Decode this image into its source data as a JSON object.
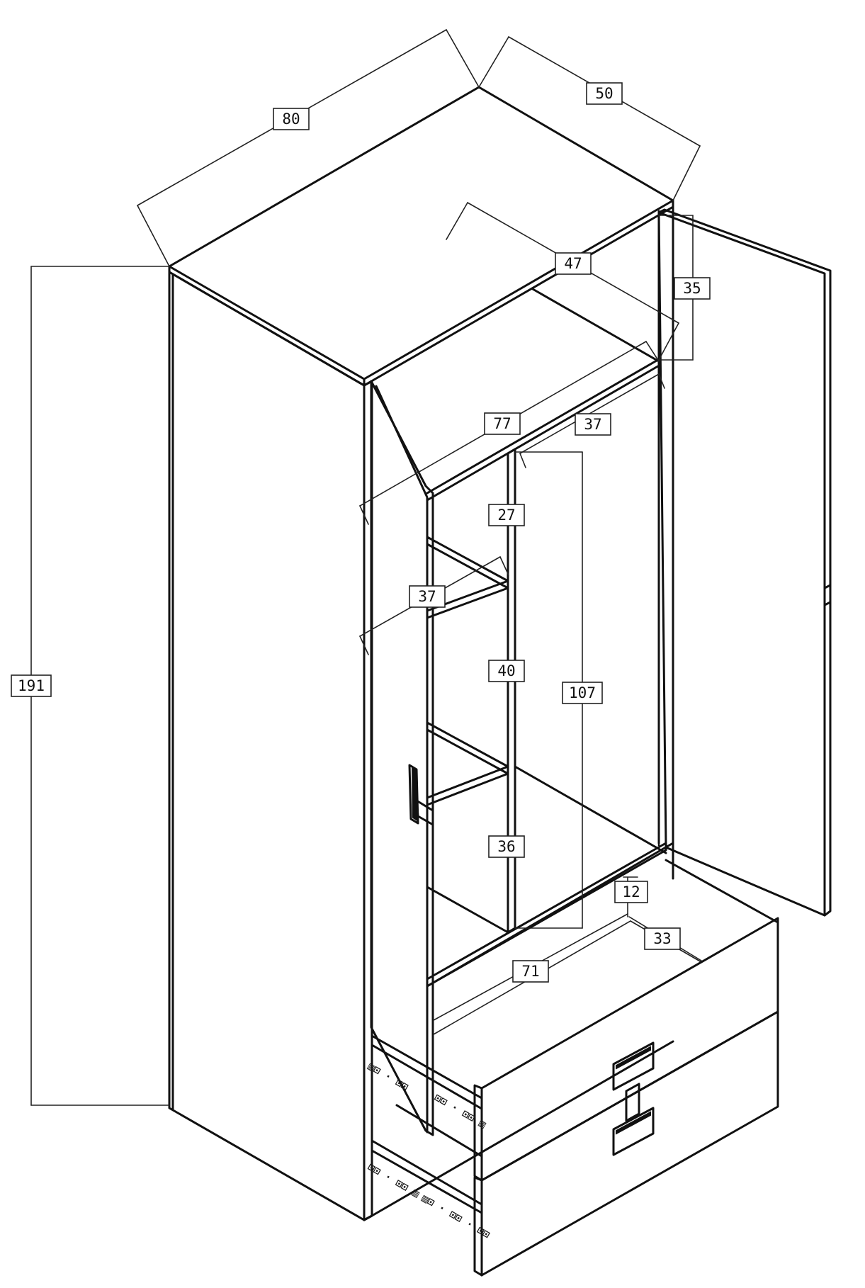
{
  "dimensions": {
    "width": "80",
    "depth": "50",
    "height": "191",
    "inner_depth": "47",
    "top_compartment_height": "35",
    "inner_width": "77",
    "shelf_width_upper": "37",
    "shelf_width_left": "37",
    "shelf_gap_top": "27",
    "shelf_gap_middle": "40",
    "shelf_gap_bottom": "36",
    "hanging_height": "107",
    "drawer_height": "12",
    "drawer_depth": "33",
    "drawer_width": "71"
  },
  "rail_marks": [
    "▥⊡ · ⊡⊡",
    "⊡⊡ · ⊡⊡ ▥",
    "⊡⊡ · ⊡⊡ ▥",
    "▥⊡ · ⊡⊡ · ⊡⊡"
  ]
}
